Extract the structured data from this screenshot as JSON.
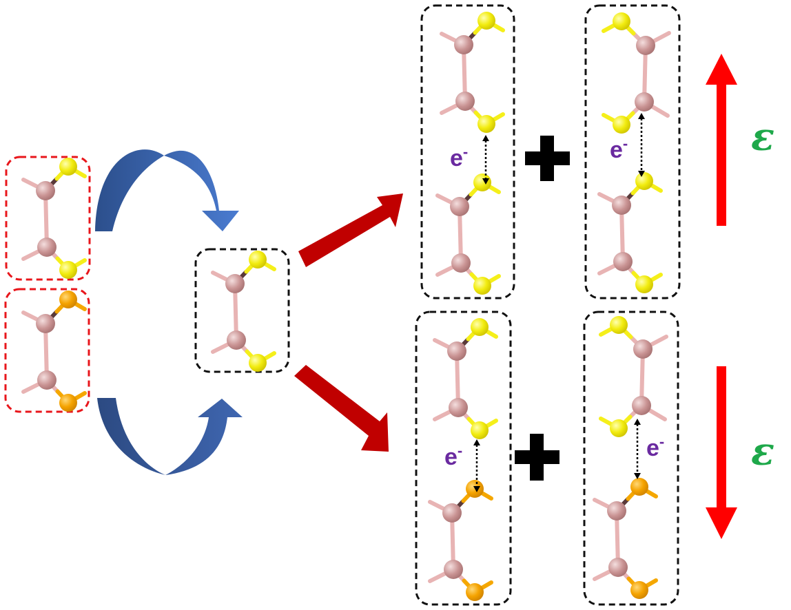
{
  "colors": {
    "boron": "#d9a3a3",
    "boron_bond": "#e8b4b4",
    "dark_bond": "#5a3a3a",
    "sulfur_yellow": "#f5ef1a",
    "sulfur_orange": "#f5a700",
    "red_box": "#e8161b",
    "black_box": "#111111",
    "blue_arrow_dark": "#2c4f8c",
    "blue_arrow_light": "#4475c7",
    "red_arrow": "#c00000",
    "field_arrow": "#ff0000",
    "electron_label": "#6a2aa0",
    "field_label": "#1ea84a",
    "plus": "#000000"
  },
  "labels": {
    "electron": "e",
    "electron_sup": "-",
    "field": "ε",
    "plus": "+"
  },
  "panels": [
    {
      "id": "top-left-pair",
      "electron_transfer": "e-",
      "top_species": "yellow",
      "bottom_species": "yellow",
      "orientation": "normal"
    },
    {
      "id": "top-right-pair",
      "electron_transfer": "e-",
      "top_species": "yellow",
      "bottom_species": "yellow",
      "orientation": "flipped-top"
    },
    {
      "id": "bottom-left-pair",
      "electron_transfer": "e-",
      "top_species": "yellow",
      "bottom_species": "orange",
      "orientation": "normal"
    },
    {
      "id": "bottom-right-pair",
      "electron_transfer": "e-",
      "top_species": "yellow",
      "bottom_species": "orange",
      "orientation": "flipped-top"
    }
  ],
  "field_directions": [
    "up",
    "down"
  ]
}
